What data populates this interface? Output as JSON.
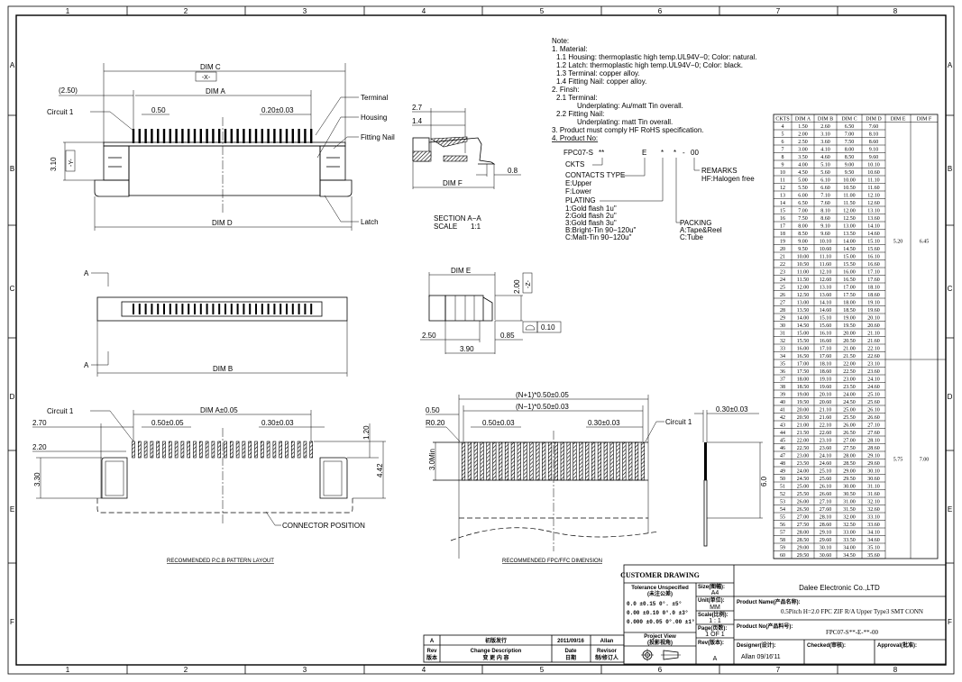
{
  "border": {
    "columns": [
      "1",
      "2",
      "3",
      "4",
      "5",
      "6",
      "7",
      "8"
    ],
    "rows": [
      "A",
      "B",
      "C",
      "D",
      "E",
      "F"
    ]
  },
  "notes": {
    "title": "Note:",
    "l1": "1. Material:",
    "l1_1": "1.1 Housing: thermoplastic high temp.UL94V−0; Color: natural.",
    "l1_2": "1.2 Latch: thermoplastic high temp.UL94V−0; Color: black.",
    "l1_3": "1.3 Terminal: copper alloy.",
    "l1_4": "1.4 Fitting Nail: copper alloy.",
    "l2": "2. Finsh:",
    "l2_1": "2.1 Terminal:",
    "l2_1a": "Underplating: Au/matt Tin overall.",
    "l2_2": "2.2 Fitting Nail:",
    "l2_2a": "Underplating: matt Tin overall.",
    "l3": "3. Product must comply HF RoHS specification.",
    "l4": "4. Product No:"
  },
  "product_no": {
    "prefix": "FPC07-S",
    "ckts_code": "**",
    "contact_code": "E",
    "plating_code": "*",
    "packing_code": "*",
    "dash": "-",
    "remarks_code": "00",
    "ckts": "CKTS",
    "contacts_type": "CONTACTS TYPE",
    "contacts": [
      "E:Upper",
      "F:Lower"
    ],
    "plating": "PLATING",
    "platings": [
      "1:Gold flash 1u\"",
      "2:Gold flash 2u\"",
      "3:Gold flash 3u\"",
      "B:Bright-Tin 90−120u\"",
      "C:Matt-Tin 90−120u\""
    ],
    "remarks": "REMARKS",
    "remarks_opts": [
      "HF:Halogen free"
    ],
    "packing": "PACKING",
    "packings": [
      "A:Tape&Reel",
      "C:Tube"
    ]
  },
  "views": {
    "top": {
      "dim_c": "DIM C",
      "datum_x": "-X-",
      "ref_250": "(2.50)",
      "dim_a": "DIM A",
      "circuit1": "Circuit 1",
      "pitch": "0.50",
      "width": "0.20±0.03",
      "terminal": "Terminal",
      "housing": "Housing",
      "fitting_nail": "Fitting Nail",
      "height": "3.10",
      "datum_y": "-Y-",
      "latch": "Latch",
      "dim_d": "DIM D"
    },
    "section": {
      "d27": "2.7",
      "d14": "1.4",
      "d08": "0.8",
      "dim_f": "DIM F",
      "title": "SECTION A−A",
      "scale_label": "SCALE",
      "scale": "1:1"
    },
    "front": {
      "a": "A",
      "dim_b": "DIM B"
    },
    "side": {
      "dim_e": "DIM E",
      "d200": "2.00",
      "datum_z": "-Z-",
      "d250": "2.50",
      "d085": "0.85",
      "d390": "3.90",
      "flatness": "0.10"
    },
    "pcb": {
      "circuit1": "Circuit 1",
      "dim_a": "DIM A±0.05",
      "d270": "2.70",
      "pitch": "0.50±0.05",
      "pad": "0.30±0.03",
      "d120": "1.20",
      "d220": "2.20",
      "d330": "3.30",
      "d442": "4.42",
      "connector_position": "CONNECTOR POSITION",
      "title": "RECOMMENDED P.C.B PATTERN LAYOUT"
    },
    "fpc": {
      "overall": "(N+1)*0.50±0.05",
      "span": "(N−1)*0.50±0.03",
      "d050": "0.50",
      "r020": "R0.20",
      "pitch": "0.50±0.03",
      "width": "0.30±0.03",
      "circuit1": "Circuit 1",
      "thickness": "0.30±0.03",
      "min": "3.0Min",
      "d60": "6.0",
      "title": "RECOMMENDED FPC/FFC DIMENSION"
    }
  },
  "table": {
    "headers": [
      "CKTS",
      "DIM A",
      "DIM B",
      "DIM C",
      "DIM D",
      "DIM E",
      "DIM F"
    ],
    "rows": [
      [
        "4",
        "1.50",
        "2.60",
        "6.50",
        "7.60"
      ],
      [
        "5",
        "2.00",
        "3.10",
        "7.00",
        "8.10"
      ],
      [
        "6",
        "2.50",
        "3.60",
        "7.50",
        "8.60"
      ],
      [
        "7",
        "3.00",
        "4.10",
        "8.00",
        "9.10"
      ],
      [
        "8",
        "3.50",
        "4.60",
        "8.50",
        "9.60"
      ],
      [
        "9",
        "4.00",
        "5.10",
        "9.00",
        "10.10"
      ],
      [
        "10",
        "4.50",
        "5.60",
        "9.50",
        "10.60"
      ],
      [
        "11",
        "5.00",
        "6.10",
        "10.00",
        "11.10"
      ],
      [
        "12",
        "5.50",
        "6.60",
        "10.50",
        "11.60"
      ],
      [
        "13",
        "6.00",
        "7.10",
        "11.00",
        "12.10"
      ],
      [
        "14",
        "6.50",
        "7.60",
        "11.50",
        "12.60"
      ],
      [
        "15",
        "7.00",
        "8.10",
        "12.00",
        "13.10"
      ],
      [
        "16",
        "7.50",
        "8.60",
        "12.50",
        "13.60"
      ],
      [
        "17",
        "8.00",
        "9.10",
        "13.00",
        "14.10"
      ],
      [
        "18",
        "8.50",
        "9.60",
        "13.50",
        "14.60"
      ],
      [
        "19",
        "9.00",
        "10.10",
        "14.00",
        "15.10"
      ],
      [
        "20",
        "9.50",
        "10.60",
        "14.50",
        "15.60"
      ],
      [
        "21",
        "10.00",
        "11.10",
        "15.00",
        "16.10"
      ],
      [
        "22",
        "10.50",
        "11.60",
        "15.50",
        "16.60"
      ],
      [
        "23",
        "11.00",
        "12.10",
        "16.00",
        "17.10"
      ],
      [
        "24",
        "11.50",
        "12.60",
        "16.50",
        "17.60"
      ],
      [
        "25",
        "12.00",
        "13.10",
        "17.00",
        "18.10"
      ],
      [
        "26",
        "12.50",
        "13.60",
        "17.50",
        "18.60"
      ],
      [
        "27",
        "13.00",
        "14.10",
        "18.00",
        "19.10"
      ],
      [
        "28",
        "13.50",
        "14.60",
        "18.50",
        "19.60"
      ],
      [
        "29",
        "14.00",
        "15.10",
        "19.00",
        "20.10"
      ],
      [
        "30",
        "14.50",
        "15.60",
        "19.50",
        "20.60"
      ],
      [
        "31",
        "15.00",
        "16.10",
        "20.00",
        "21.10"
      ],
      [
        "32",
        "15.50",
        "16.60",
        "20.50",
        "21.60"
      ],
      [
        "33",
        "16.00",
        "17.10",
        "21.00",
        "22.10"
      ],
      [
        "34",
        "16.50",
        "17.60",
        "21.50",
        "22.60"
      ],
      [
        "35",
        "17.00",
        "18.10",
        "22.00",
        "23.10"
      ],
      [
        "36",
        "17.50",
        "18.60",
        "22.50",
        "23.60"
      ],
      [
        "37",
        "18.00",
        "19.10",
        "23.00",
        "24.10"
      ],
      [
        "38",
        "18.50",
        "19.60",
        "23.50",
        "24.60"
      ],
      [
        "39",
        "19.00",
        "20.10",
        "24.00",
        "25.10"
      ],
      [
        "40",
        "19.50",
        "20.60",
        "24.50",
        "25.60"
      ],
      [
        "41",
        "20.00",
        "21.10",
        "25.00",
        "26.10"
      ],
      [
        "42",
        "20.50",
        "21.60",
        "25.50",
        "26.60"
      ],
      [
        "43",
        "21.00",
        "22.10",
        "26.00",
        "27.10"
      ],
      [
        "44",
        "21.50",
        "22.60",
        "26.50",
        "27.60"
      ],
      [
        "45",
        "22.00",
        "23.10",
        "27.00",
        "28.10"
      ],
      [
        "46",
        "22.50",
        "23.60",
        "27.50",
        "28.60"
      ],
      [
        "47",
        "23.00",
        "24.10",
        "28.00",
        "29.10"
      ],
      [
        "48",
        "23.50",
        "24.60",
        "28.50",
        "29.60"
      ],
      [
        "49",
        "24.00",
        "25.10",
        "29.00",
        "30.10"
      ],
      [
        "50",
        "24.50",
        "25.60",
        "29.50",
        "30.60"
      ],
      [
        "51",
        "25.00",
        "26.10",
        "30.00",
        "31.10"
      ],
      [
        "52",
        "25.50",
        "26.60",
        "30.50",
        "31.60"
      ],
      [
        "53",
        "26.00",
        "27.10",
        "31.00",
        "32.10"
      ],
      [
        "54",
        "26.50",
        "27.60",
        "31.50",
        "32.60"
      ],
      [
        "55",
        "27.00",
        "28.10",
        "32.00",
        "33.10"
      ],
      [
        "56",
        "27.50",
        "28.60",
        "32.50",
        "33.60"
      ],
      [
        "57",
        "28.00",
        "29.10",
        "33.00",
        "34.10"
      ],
      [
        "58",
        "28.50",
        "29.60",
        "33.50",
        "34.60"
      ],
      [
        "59",
        "29.00",
        "30.10",
        "34.00",
        "35.10"
      ],
      [
        "60",
        "29.50",
        "30.60",
        "34.50",
        "35.60"
      ]
    ],
    "groups": [
      {
        "from": "4",
        "to": "34",
        "dim_e": "5.20",
        "dim_f": "6.45"
      },
      {
        "from": "35",
        "to": "60",
        "dim_e": "5.75",
        "dim_f": "7.00"
      }
    ]
  },
  "title_block": {
    "customer_drawing": "CUSTOMER DRAWING",
    "tolerance": "Tolerance Unspecified",
    "tolerance_cn": "(未注公差)",
    "tol_rows": [
      "0.0   ±0.15  0°.   ±5°",
      "0.00  ±0.10  0°.0  ±3°",
      "0.000 ±0.05  0°.00 ±1°"
    ],
    "project_view": "Project View",
    "project_view_cn": "(投影视角)",
    "size_label": "Size(图幅):",
    "size": "A4",
    "unit_label": "Unit(单位):",
    "unit": "MM",
    "scale_label": "Scale(比例):",
    "scale": "1 : 1",
    "page_label": "Page(页数):",
    "page": "1 OF 1",
    "rev_label": "Rev(版本):",
    "rev": "A",
    "company": "Dalee Electronic Co.,LTD",
    "product_name_label": "Product Name(产品名称):",
    "product_name": "0.5Pitch H=2.0 FPC ZIF R/A Upper Type3 SMT CONN",
    "product_no_label": "Product No(产品料号):",
    "product_no": "FPC07-S**-E-**-00",
    "designer_label": "Designer(设计):",
    "designer": "Allan 09/16'11",
    "checked_label": "Checked(审核):",
    "approval_label": "Approval(批准):"
  },
  "revision": {
    "rev": "A",
    "description": "初版发行",
    "date": "2011/09/16",
    "reviser": "Allan",
    "h_rev": "Rev",
    "h_rev_cn": "版本",
    "h_desc": "Change Description",
    "h_desc_cn": "变 更 内 容",
    "h_date": "Date",
    "h_date_cn": "日期",
    "h_reviser": "Revisor",
    "h_reviser_cn": "制/修订人"
  }
}
